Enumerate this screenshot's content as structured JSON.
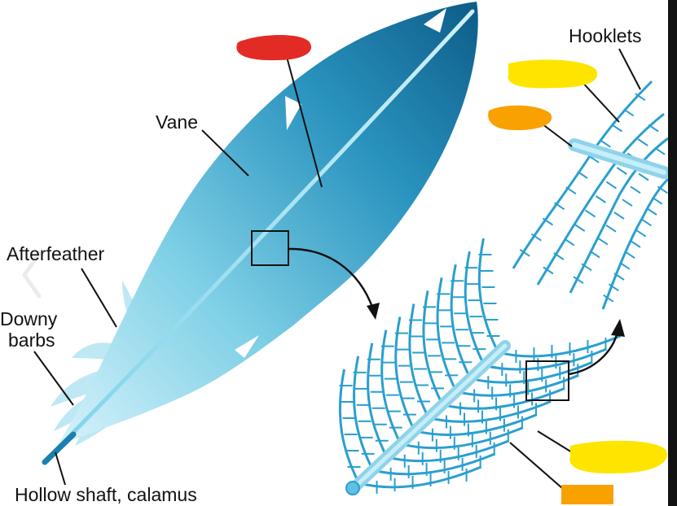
{
  "labels": {
    "vane": "Vane",
    "hooklets": "Hooklets",
    "afterfeather": "Afterfeather",
    "downy_barbs_line1": "Downy",
    "downy_barbs_line2": "barbs",
    "hollow_shaft": "Hollow shaft, calamus"
  },
  "colors": {
    "feather_dark": "#0e5f8a",
    "feather_mid": "#3aa9cc",
    "feather_light": "#bfe9f5",
    "redaction_red": "#e32b26",
    "redaction_yellow": "#fde500",
    "redaction_orange": "#f8a100",
    "line": "#111111"
  },
  "icons": {
    "nav": "chevron-left-icon",
    "zoom_arrow_1": "curved-arrow-icon",
    "zoom_arrow_2": "curved-arrow-icon"
  }
}
